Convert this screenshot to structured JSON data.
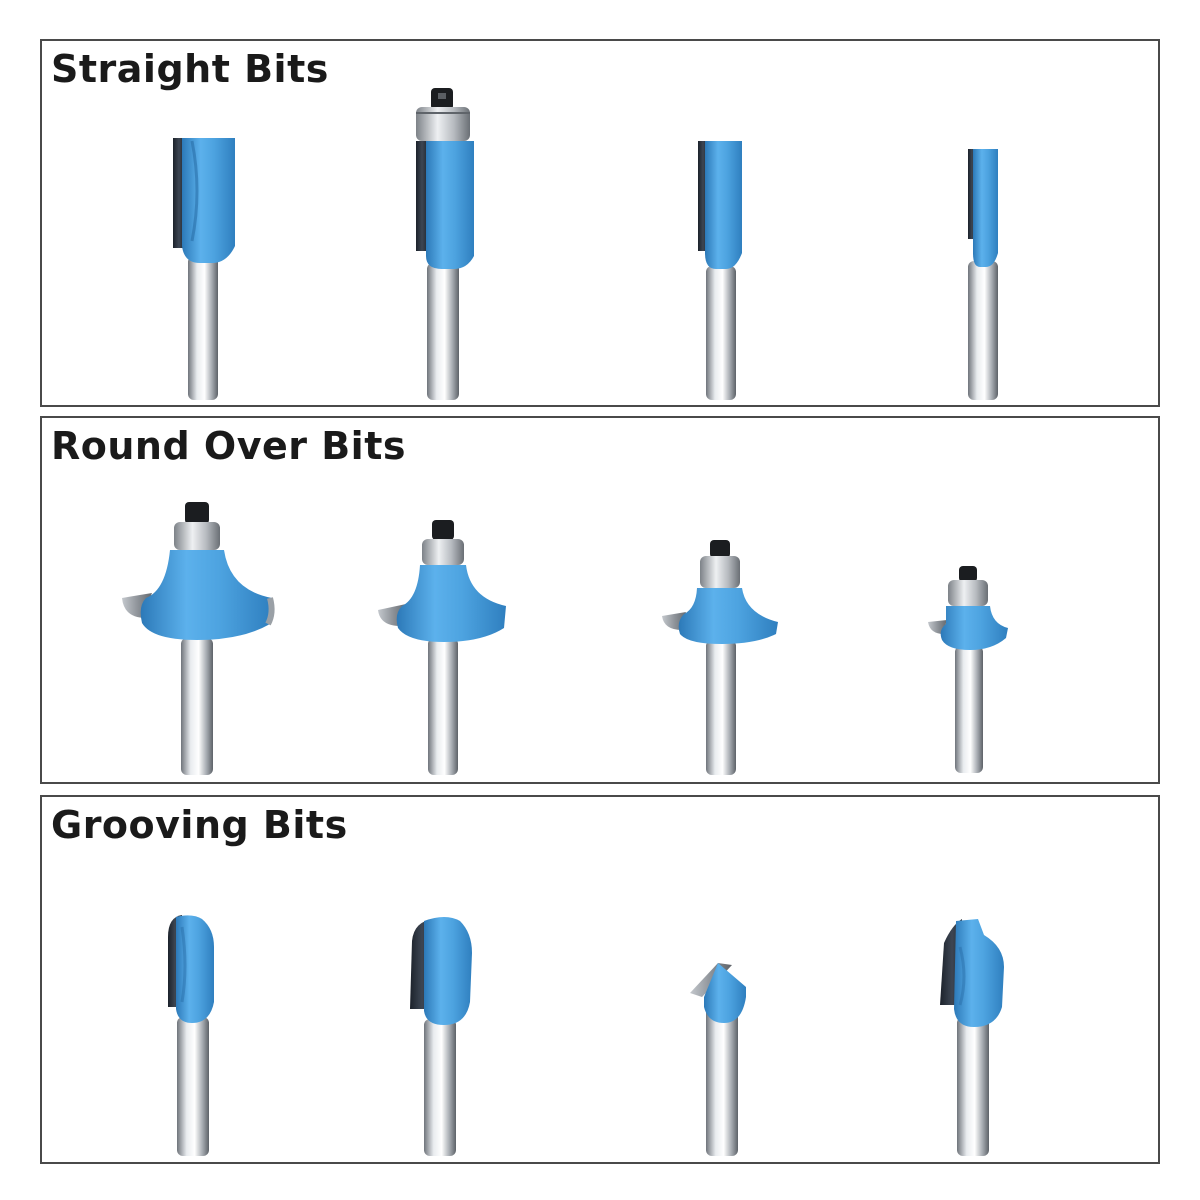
{
  "sections": [
    {
      "title": "Straight Bits",
      "bit_icons": [
        "straight-bit-icon",
        "flush-trim-bit-icon",
        "straight-bit-icon",
        "straight-bit-icon"
      ]
    },
    {
      "title": "Round Over Bits",
      "bit_icons": [
        "round-over-bit-icon",
        "round-over-bit-icon",
        "round-over-bit-icon",
        "round-over-bit-icon"
      ]
    },
    {
      "title": "Grooving Bits",
      "bit_icons": [
        "core-box-bit-icon",
        "core-box-bit-icon",
        "v-groove-bit-icon",
        "ogee-groove-bit-icon"
      ]
    }
  ],
  "colors": {
    "body_blue": "#4a9fdc",
    "border": "#4a4a4a",
    "carbide": "#2d3440",
    "shank": "#b8bcc2"
  }
}
